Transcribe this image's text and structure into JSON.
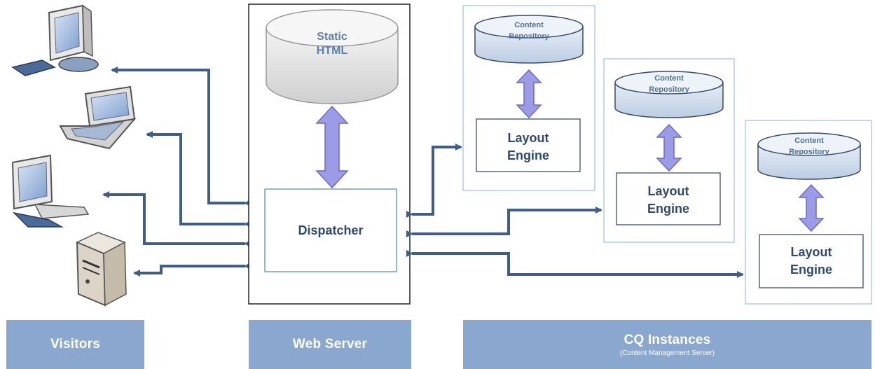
{
  "web_server": {
    "static_store": {
      "line1": "Static",
      "line2": "HTML"
    },
    "dispatcher": "Dispatcher"
  },
  "cq_instances": [
    {
      "repository": {
        "line1": "Content",
        "line2": "Repository"
      },
      "engine": {
        "line1": "Layout",
        "line2": "Engine"
      }
    },
    {
      "repository": {
        "line1": "Content",
        "line2": "Repository"
      },
      "engine": {
        "line1": "Layout",
        "line2": "Engine"
      }
    },
    {
      "repository": {
        "line1": "Content",
        "line2": "Repository"
      },
      "engine": {
        "line1": "Layout",
        "line2": "Engine"
      }
    }
  ],
  "visitor_devices": [
    "desktop-monitor-icon",
    "laptop-icon",
    "workstation-icon",
    "tower-server-icon"
  ],
  "bands": {
    "visitors": "Visitors",
    "web_server": "Web Server",
    "cq_title": "CQ Instances",
    "cq_subtitle": "(Content Management Server)"
  },
  "colors": {
    "connector": "#3f5f8a",
    "sync_arrow_fill": "#9b9be6",
    "sync_arrow_stroke": "#6a6acb",
    "band": "#8aa8cf",
    "box_border": "#6f9fc9",
    "box_text": "#2f4a70"
  }
}
